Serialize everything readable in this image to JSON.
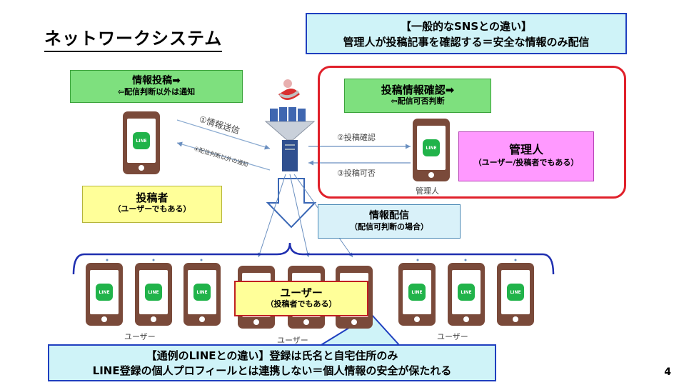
{
  "title": "ネットワークシステム",
  "callout_top": {
    "line1": "【一般的なSNSとの違い】",
    "line2": "管理人が投稿記事を確認する＝安全な情報のみ配信"
  },
  "post_box": {
    "line1": "情報投稿➡",
    "line2": "⇦配信判断以外は通知"
  },
  "poster_box": {
    "line1": "投稿者",
    "line2": "（ユーザーでもある）"
  },
  "confirm_box": {
    "line1": "投稿情報確認➡",
    "line2": "⇦配信可否判断"
  },
  "admin_box": {
    "line1": "管理人",
    "line2": "（ユーザー/投稿者でもある）"
  },
  "admin_caption": "管理人",
  "arrow_labels": {
    "send": "①情報送信",
    "notify": "④配信判断以外の通知",
    "confirm": "②投稿確認",
    "approve": "③投稿可否"
  },
  "distribute_box": {
    "line1": "情報配信",
    "line2": "（配信可判断の場合）"
  },
  "user_box": {
    "line1": "ユーザー",
    "line2": "（投稿者でもある）"
  },
  "user_captions": [
    "ユーザー",
    "ユーザー",
    "ユーザー"
  ],
  "line_logo_text": "LINE",
  "callout_bottom": {
    "line1": "【通例のLINEとの違い】登録は氏名と自宅住所のみ",
    "line2": "LINE登録の個人プロフィールとは連携しない＝個人情報の安全が保たれる"
  },
  "page_number": "4",
  "colors": {
    "green": "#7ee07e",
    "yellow": "#ffff99",
    "pink": "#ff99ff",
    "callout": "#cff3f8",
    "frame": "#e0202a",
    "phone": "#7a4a3a",
    "bracket": "#1f2fb0"
  }
}
